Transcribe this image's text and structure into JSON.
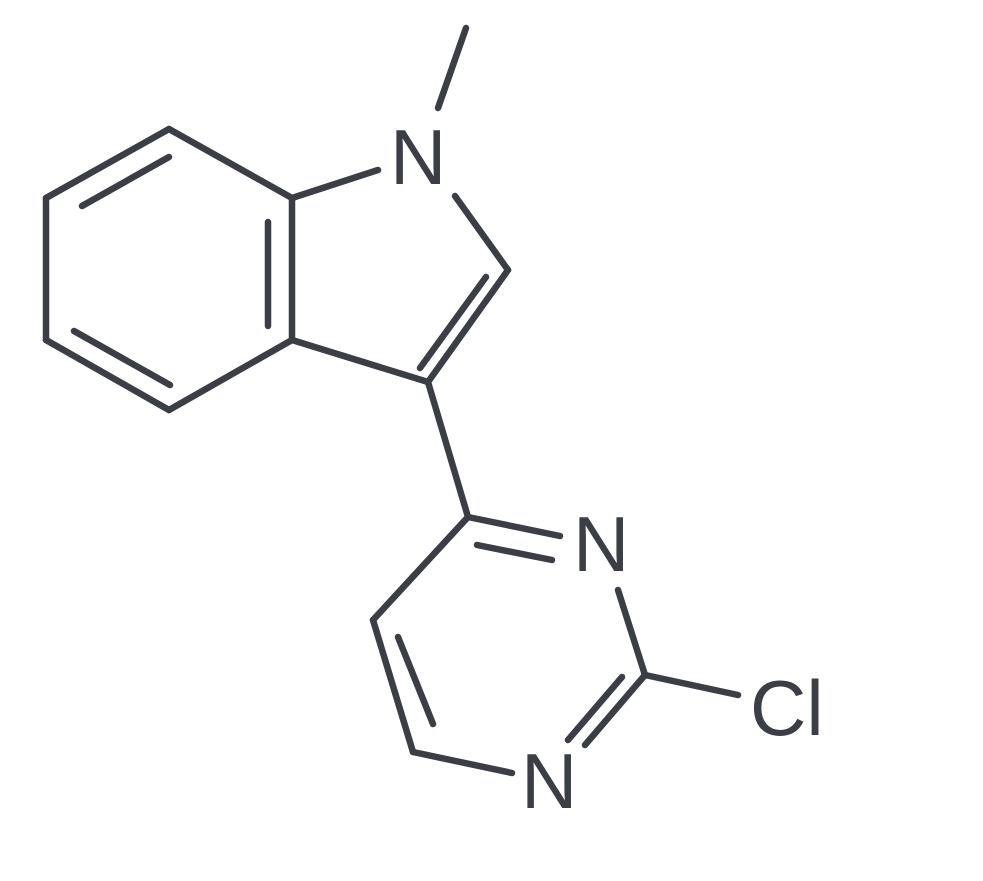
{
  "diagram": {
    "atoms": {
      "n_indole": "N",
      "n_pyrimidine_top": "N",
      "n_pyrimidine_bottom": "N",
      "chlorine": "Cl"
    },
    "bond_color": "#3b3e45"
  }
}
